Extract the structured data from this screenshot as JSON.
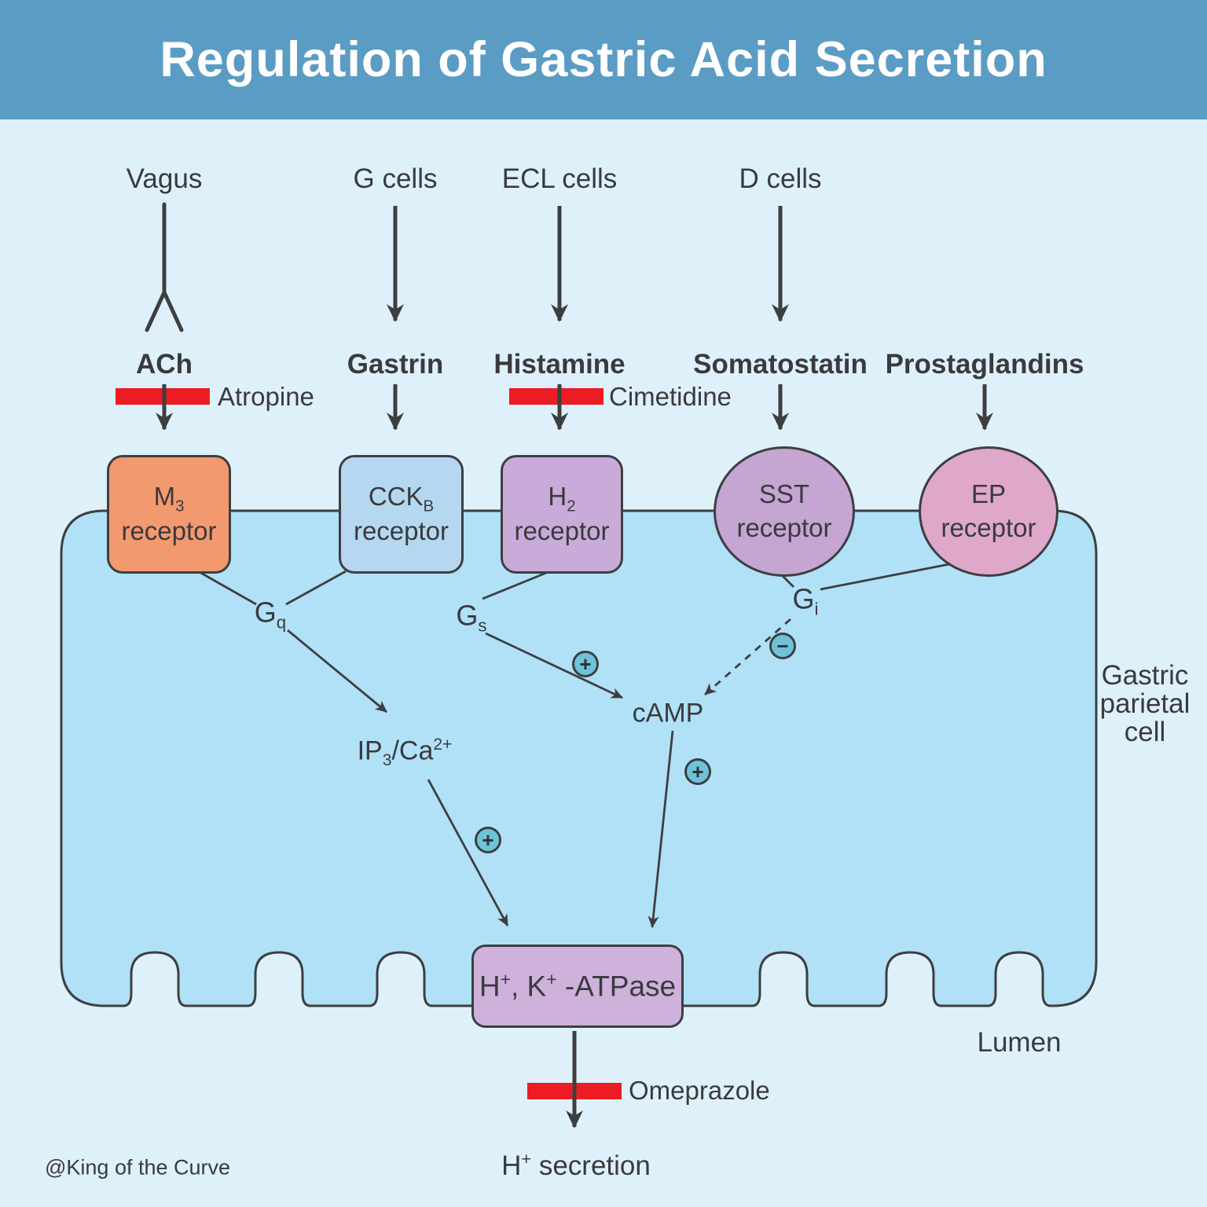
{
  "header": {
    "title": "Regulation of Gastric Acid Secretion"
  },
  "colors": {
    "header_bg": "#5b9cc5",
    "background": "#def1fb",
    "cell_fill": "#b0e1f7",
    "outline": "#3e3e40",
    "m3_fill": "#f2996f",
    "cckb_fill": "#b5d8f0",
    "h2_fill": "#c9abd9",
    "sst_fill": "#c5a5d2",
    "ep_fill": "#dfa8ca",
    "atpase_fill": "#cfb2dc",
    "sign_circle_fill": "#6ec3d9",
    "inhibitor_red": "#ec1c24"
  },
  "sources": {
    "vagus": "Vagus",
    "g_cells": "G cells",
    "ecl_cells": "ECL cells",
    "d_cells": "D cells"
  },
  "mediators": {
    "ach": "ACh",
    "gastrin": "Gastrin",
    "histamine": "Histamine",
    "somatostatin": "Somatostatin",
    "prostaglandins": "Prostaglandins"
  },
  "inhibitors": {
    "atropine": "Atropine",
    "cimetidine": "Cimetidine",
    "omeprazole": "Omeprazole"
  },
  "receptors": [
    {
      "base": "M",
      "sub": "3",
      "line2": "receptor"
    },
    {
      "base": "CCK",
      "sub": "B",
      "line2": "receptor"
    },
    {
      "base": "H",
      "sub": "2",
      "line2": "receptor"
    },
    {
      "base": "SST",
      "sub": "",
      "line2": "receptor"
    },
    {
      "base": "EP",
      "sub": "",
      "line2": "receptor"
    }
  ],
  "signaling": {
    "gq": {
      "base": "G",
      "sub": "q"
    },
    "gs": {
      "base": "G",
      "sub": "s"
    },
    "gi": {
      "base": "G",
      "sub": "i"
    },
    "ip3": {
      "p1": "IP",
      "s1": "3",
      "p2": "/Ca",
      "sup": "2+"
    },
    "camp": "cAMP",
    "plus": "+",
    "minus": "−",
    "atpase": {
      "p1": "H",
      "sup1": "+",
      "p2": ", K",
      "sup2": "+",
      "p3": " -ATPase"
    },
    "secretion": {
      "p1": "H",
      "sup": "+",
      "p2": " secretion"
    }
  },
  "regions": {
    "cell_label": [
      "Gastric",
      "parietal",
      "cell"
    ],
    "lumen": "Lumen"
  },
  "watermark": "@King of the Curve"
}
